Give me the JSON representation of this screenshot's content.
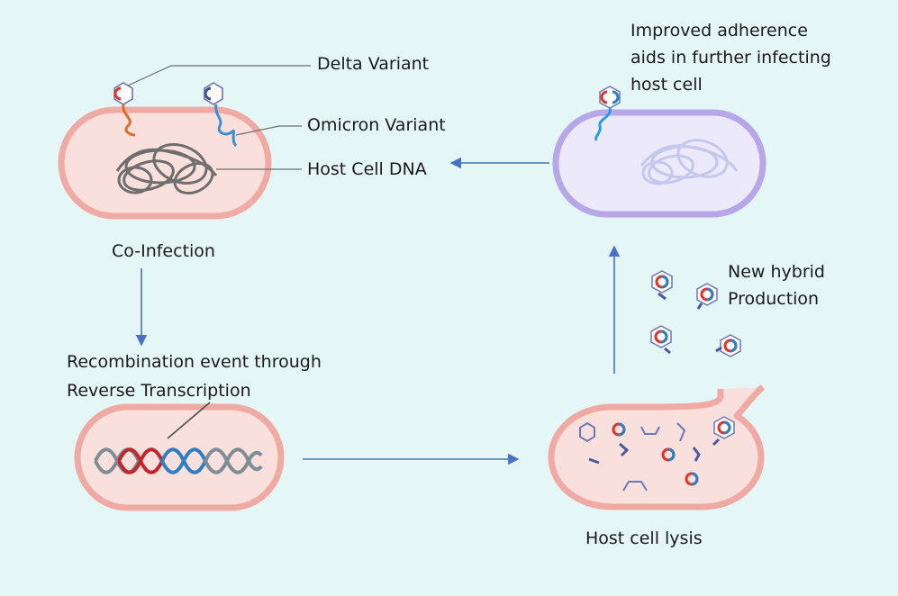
{
  "labels": {
    "delta_variant": "Delta Variant",
    "omicron_variant": "Omicron Variant",
    "host_cell_dna": "Host Cell DNA",
    "co_infection": "Co-Infection",
    "recombination_line1": "Recombination event through",
    "recombination_line2": "Reverse Transcription",
    "host_cell_lysis": "Host cell lysis",
    "new_hybrid_line1": "New hybrid",
    "new_hybrid_line2": "Production",
    "improved_line1": "Improved adherence",
    "improved_line2": "aids in further infecting",
    "improved_line3": "host cell"
  },
  "colors": {
    "background": "#e5f6f6",
    "cell_fill": "#f9e0dc",
    "cell_border": "#efaaa3",
    "purple_cell_fill": "#ece9fb",
    "purple_cell_border": "#b7a7e8",
    "arrow": "#4a72c4",
    "delta_red": "#e0332b",
    "omicron_blue": "#3d6fb8",
    "dna_gray": "#707070"
  }
}
